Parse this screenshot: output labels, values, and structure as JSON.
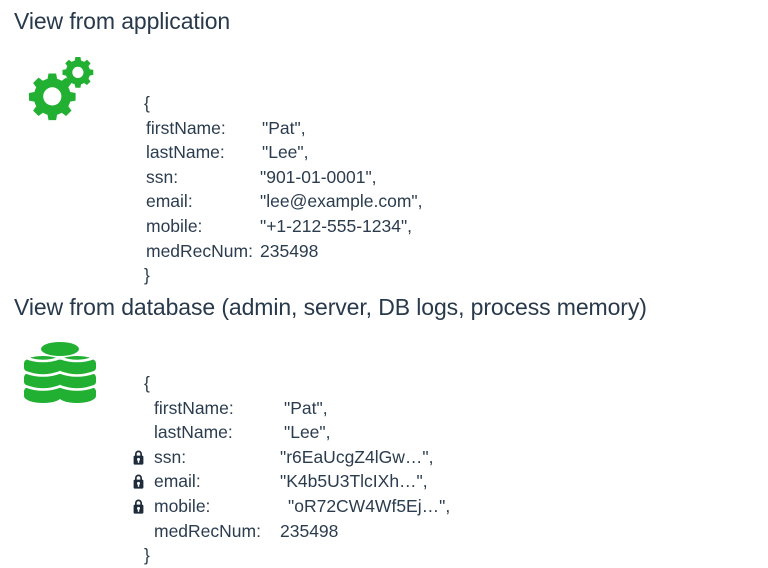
{
  "colors": {
    "text": "#2b3c4e",
    "green": "#22b033",
    "quote": "#7e94a8",
    "lock": "#1d2b3a",
    "background": "#ffffff"
  },
  "sections": [
    {
      "id": "application",
      "heading": "View from application",
      "icon": "gears-icon",
      "open_brace": "{",
      "close_brace": "}",
      "rows": [
        {
          "locked": false,
          "key": "firstName:",
          "value": "\"Pat\",",
          "lock_icon": ""
        },
        {
          "locked": false,
          "key": "lastName:",
          "value": "\"Lee\",",
          "lock_icon": ""
        },
        {
          "locked": false,
          "key": "ssn:",
          "value": "\"901-01-0001\",",
          "lock_icon": ""
        },
        {
          "locked": false,
          "key": "email:",
          "value": "\"lee@example.com\",",
          "lock_icon": ""
        },
        {
          "locked": false,
          "key": "mobile:",
          "value": "\"+1-212-555-1234\",",
          "lock_icon": ""
        },
        {
          "locked": false,
          "key": "medRecNum:",
          "value": "235498",
          "lock_icon": ""
        }
      ]
    },
    {
      "id": "database",
      "heading": "View from database (admin, server, DB logs, process memory)",
      "icon": "database-icon",
      "open_brace": "{",
      "close_brace": "}",
      "rows": [
        {
          "locked": false,
          "key": "firstName:",
          "value": "\"Pat\",",
          "lock_icon": ""
        },
        {
          "locked": false,
          "key": "lastName:",
          "value": "\"Lee\",",
          "lock_icon": ""
        },
        {
          "locked": true,
          "key": "ssn:",
          "value": "\"r6EaUcgZ4lGw…\",",
          "lock_icon": "lock-icon"
        },
        {
          "locked": true,
          "key": "email:",
          "value": "\"K4b5U3TlcIXh…\",",
          "lock_icon": "lock-icon"
        },
        {
          "locked": true,
          "key": "mobile:",
          "value": "\"oR72CW4Wf5Ej…\",",
          "lock_icon": "lock-icon"
        },
        {
          "locked": false,
          "key": "medRecNum:",
          "value": "235498",
          "lock_icon": ""
        }
      ]
    }
  ]
}
